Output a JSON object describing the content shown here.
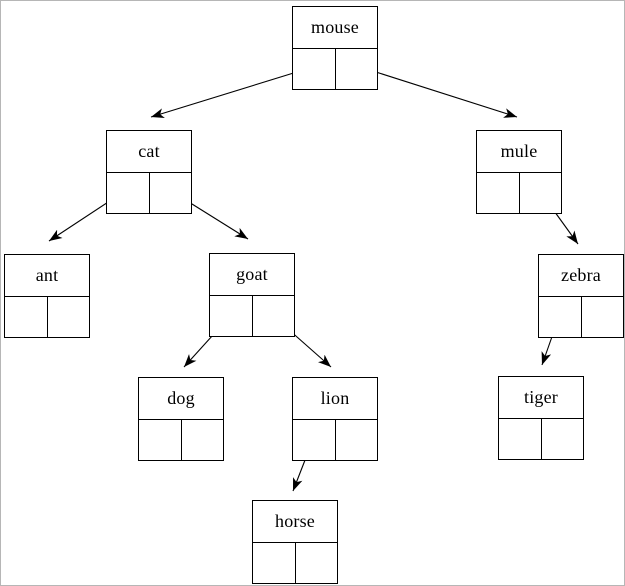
{
  "diagram": {
    "type": "binary-tree",
    "root": "mouse",
    "node_style": "record with name field on top and left/right pointer cells below",
    "colors": {
      "line": "#000000",
      "node_border": "#000000",
      "background": "#ffffff",
      "page_border": "#b6b6b6"
    }
  },
  "nodes": {
    "mouse": {
      "label": "mouse",
      "left": "cat",
      "right": "mule"
    },
    "cat": {
      "label": "cat",
      "left": "ant",
      "right": "goat"
    },
    "mule": {
      "label": "mule",
      "left": null,
      "right": "zebra"
    },
    "ant": {
      "label": "ant",
      "left": null,
      "right": null
    },
    "goat": {
      "label": "goat",
      "left": "dog",
      "right": "lion"
    },
    "zebra": {
      "label": "zebra",
      "left": "tiger",
      "right": null
    },
    "dog": {
      "label": "dog",
      "left": null,
      "right": null
    },
    "lion": {
      "label": "lion",
      "left": "horse",
      "right": null
    },
    "tiger": {
      "label": "tiger",
      "left": null,
      "right": null
    },
    "horse": {
      "label": "horse",
      "left": null,
      "right": null
    }
  },
  "edges": [
    {
      "from": "mouse",
      "pointer": "left",
      "to": "cat"
    },
    {
      "from": "mouse",
      "pointer": "right",
      "to": "mule"
    },
    {
      "from": "cat",
      "pointer": "left",
      "to": "ant"
    },
    {
      "from": "cat",
      "pointer": "right",
      "to": "goat"
    },
    {
      "from": "mule",
      "pointer": "right",
      "to": "zebra"
    },
    {
      "from": "goat",
      "pointer": "left",
      "to": "dog"
    },
    {
      "from": "goat",
      "pointer": "right",
      "to": "lion"
    },
    {
      "from": "zebra",
      "pointer": "left",
      "to": "tiger"
    },
    {
      "from": "lion",
      "pointer": "left",
      "to": "horse"
    }
  ]
}
